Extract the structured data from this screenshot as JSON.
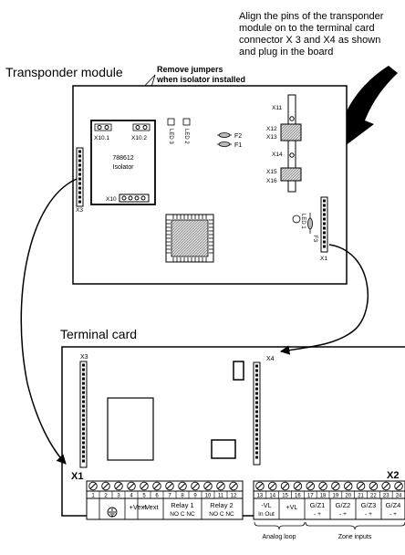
{
  "callouts": {
    "align_line1": "Align the pins of the transponder",
    "align_line2": "module on to the terminal card",
    "align_line3": "connector X 3 and X4 as shown",
    "align_line4": "and plug in the board",
    "jumpers_line1": "Remove jumpers",
    "jumpers_line2": "when isolator installed"
  },
  "transponder": {
    "title": "Transponder module",
    "isolator_part": "788612",
    "isolator_label": "Isolator",
    "x10_1": "X10.1",
    "x10_2": "X10.2",
    "x10": "X10",
    "x3": "X3",
    "led3": "LED 3",
    "led2": "LED 2",
    "led1": "LED 1",
    "f1": "F1",
    "f2": "F2",
    "f3": "F3",
    "x1": "X1",
    "x11": "X11",
    "x12": "X12",
    "x13": "X13",
    "x14": "X14",
    "x15": "X15",
    "x16": "X16"
  },
  "terminal": {
    "title": "Terminal card",
    "x3": "X3",
    "x4": "X4",
    "x1": "X1",
    "x2": "X2",
    "left_numbers": [
      "1",
      "2",
      "3",
      "4",
      "5",
      "6",
      "7",
      "8",
      "9",
      "10",
      "11",
      "12"
    ],
    "right_numbers": [
      "13",
      "14",
      "15",
      "16",
      "17",
      "18",
      "19",
      "20",
      "21",
      "22",
      "23",
      "24"
    ],
    "vext_plus": "+Vext",
    "vext_minus": "-Vext",
    "relay1": "Relay 1",
    "relay1_sub": "NO C  NC",
    "relay2": "Relay 2",
    "relay2_sub": "NO C  NC",
    "vl_minus": "-VL",
    "vl_minus_sub": "In  Out",
    "vl_plus": "+VL",
    "gz1": "G/Z1",
    "gz2": "G/Z2",
    "gz3": "G/Z3",
    "gz4": "G/Z4",
    "gz_sub": "-   +",
    "analog_loop": "Analog loop",
    "zone_inputs": "Zone inputs"
  }
}
